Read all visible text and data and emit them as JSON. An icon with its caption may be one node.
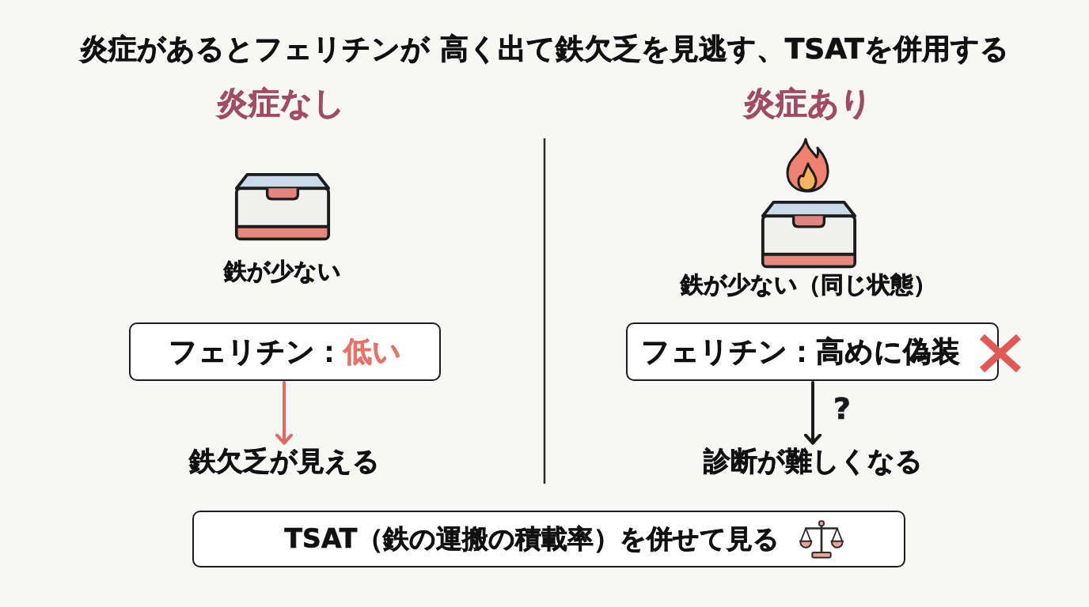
{
  "diagram": {
    "title": "炎症があるとフェリチンが 高く出て鉄欠乏を見逃す、TSATを併用する",
    "nodes": [
      {
        "text": [
          "フェリチン：",
          "低い"
        ]
      },
      {
        "text": [
          "フェリチン：高めに偽装"
        ]
      },
      {
        "text": [
          "鉄欠乏が見える"
        ]
      },
      {
        "text": [
          "診断が難しくなる"
        ]
      },
      {
        "text": [
          "TSAT（鉄の運搬の積載率）を併せて見る"
        ]
      }
    ],
    "edges": [
      {
        "from": 0,
        "to": 2,
        "arrow": "to",
        "color": "#e06a62"
      },
      {
        "from": 1,
        "to": 3,
        "arrow": "to",
        "label": "?",
        "color": "#1a1a1a"
      }
    ],
    "labels": [
      "炎症なし",
      "炎症あり",
      "鉄が少ない",
      "鉄が少ない（同じ状態）"
    ]
  }
}
